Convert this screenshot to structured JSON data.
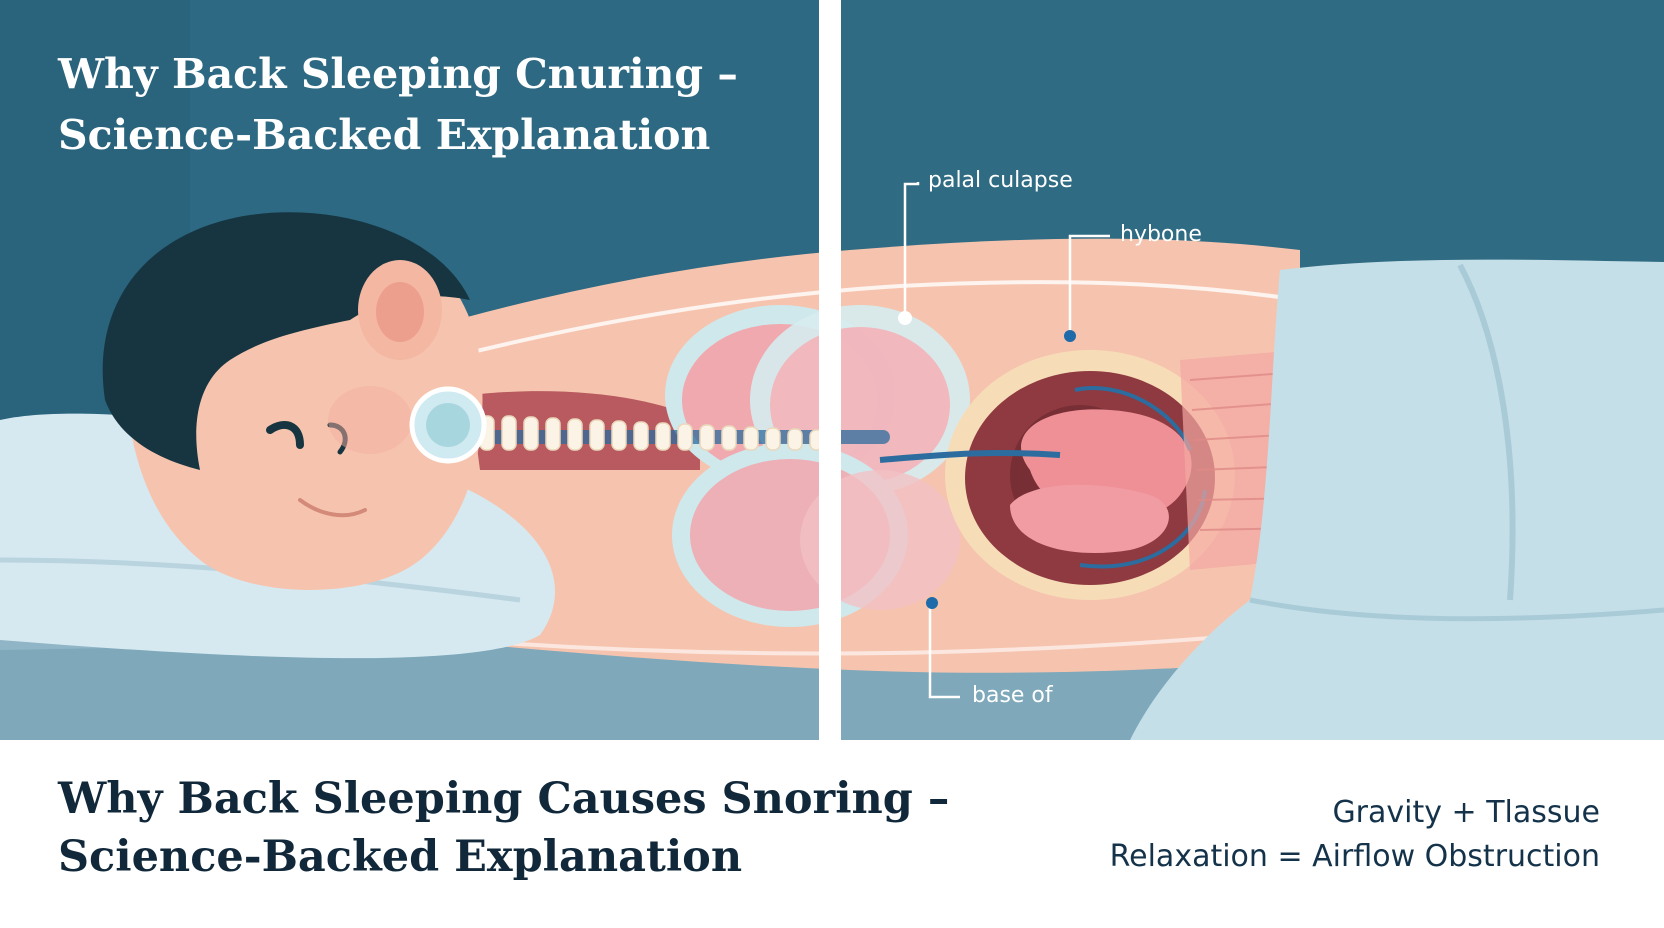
{
  "top_title": {
    "line1": "Why Back Sleeping Cnuring –",
    "line2": "Science-Backed Explanation"
  },
  "labels": {
    "palatal": "palal culapse",
    "hyoid": "hybone",
    "base": "base of"
  },
  "bottom_title": {
    "line1": "Why Back Sleeping Causes Snoring –",
    "line2": "Science-Backed Explanation"
  },
  "formula": {
    "line1": "Gravity + Tlassue",
    "line2": "Relaxation = Airflow Obstruction"
  },
  "colors": {
    "background_teal": "#2e6a82",
    "dark_teal": "#255c72",
    "bed": "#8fb5c6",
    "skin": "#f6c4ae",
    "hair": "#173540",
    "tongue": "#ee9096",
    "airway": "#8e3a40",
    "lung": "#f0a9ae",
    "membrane": "#c8e5ea",
    "nerve": "#2c6c9e",
    "sheet": "#c5dfe8",
    "divider": "#ffffff",
    "title_dark": "#10283a"
  },
  "icons": [
    "sleeper-head",
    "spine",
    "lungs",
    "airway-cross-section",
    "tongue",
    "pillow",
    "blanket"
  ]
}
